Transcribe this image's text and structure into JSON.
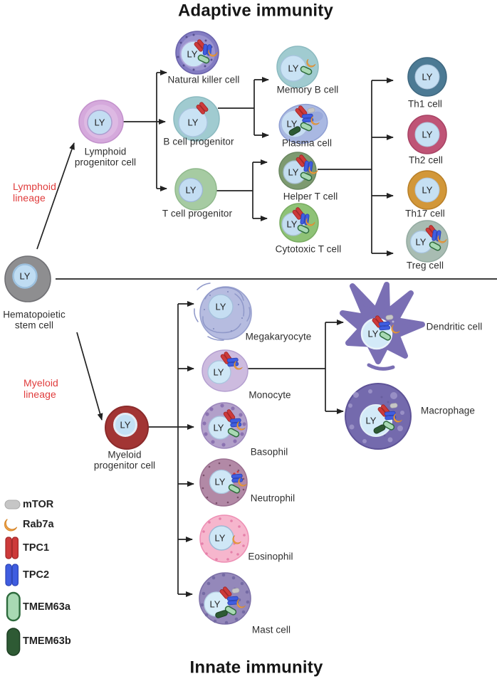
{
  "diagram": {
    "title_top": "Adaptive immunity",
    "title_bottom": "Innate immunity",
    "lysosome_label": "LY"
  },
  "lineages": {
    "lymphoid": {
      "line1": "Lymphoid",
      "line2": "lineage"
    },
    "myeloid": {
      "line1": "Myeloid",
      "line2": "lineage"
    },
    "label_color": "#e03c3c"
  },
  "cells": {
    "hsc": {
      "line1": "Hematopoietic",
      "line2": "stem cell",
      "organelles": []
    },
    "lymphoid_progenitor": {
      "line1": "Lymphoid",
      "line2": "progenitor cell",
      "organelles": []
    },
    "natural_killer": {
      "label": "Natural killer cell",
      "organelles": [
        "TPC1",
        "TPC2",
        "Rab7a",
        "TMEM63a"
      ]
    },
    "memory_b": {
      "label": "Memory B cell",
      "organelles": [
        "Rab7a",
        "TMEM63a"
      ]
    },
    "b_progenitor": {
      "label": "B cell progenitor",
      "organelles": [
        "TPC1"
      ]
    },
    "plasma": {
      "label": "Plasma cell",
      "organelles": [
        "mTOR",
        "TPC1",
        "TPC2",
        "Rab7a",
        "TMEM63a",
        "TMEM63b"
      ]
    },
    "t_progenitor": {
      "label": "T cell progenitor",
      "organelles": []
    },
    "helper_t": {
      "label": "Helper T cell",
      "organelles": [
        "TPC1",
        "TPC2",
        "Rab7a",
        "TMEM63a"
      ]
    },
    "cytotoxic_t": {
      "label": "Cytotoxic T cell",
      "organelles": [
        "TPC1",
        "TPC2",
        "Rab7a",
        "TMEM63a"
      ]
    },
    "th1": {
      "label": "Th1 cell",
      "organelles": []
    },
    "th2": {
      "label": "Th2 cell",
      "organelles": []
    },
    "th17": {
      "label": "Th17 cell",
      "organelles": []
    },
    "treg": {
      "label": "Treg cell",
      "organelles": [
        "TPC1",
        "TPC2",
        "Rab7a",
        "TMEM63a"
      ]
    },
    "myeloid_progenitor": {
      "line1": "Myeloid",
      "line2": "progenitor cell",
      "organelles": []
    },
    "megakaryocyte": {
      "label": "Megakaryocyte",
      "organelles": []
    },
    "monocyte": {
      "label": "Monocyte",
      "organelles": [
        "TPC1",
        "TPC2",
        "Rab7a"
      ]
    },
    "basophil": {
      "label": "Basophil",
      "organelles": [
        "TPC1",
        "TPC2",
        "Rab7a",
        "TMEM63a"
      ]
    },
    "neutrophil": {
      "label": "Neutrophil",
      "organelles": [
        "TPC2",
        "Rab7a",
        "TMEM63a"
      ]
    },
    "eosinophil": {
      "label": "Eosinophil",
      "organelles": [
        "Rab7a"
      ]
    },
    "mast": {
      "label": "Mast cell",
      "organelles": [
        "mTOR",
        "TPC1",
        "TPC2",
        "Rab7a",
        "TMEM63a",
        "TMEM63b"
      ]
    },
    "dendritic": {
      "label": "Dendritic cell",
      "organelles": [
        "mTOR",
        "TPC1",
        "TPC2",
        "Rab7a",
        "TMEM63a"
      ]
    },
    "macrophage": {
      "label": "Macrophage",
      "organelles": [
        "mTOR",
        "TPC1",
        "TPC2",
        "Rab7a",
        "TMEM63a",
        "TMEM63b"
      ]
    }
  },
  "legend": {
    "items": [
      {
        "label": "mTOR",
        "color": "#c6c6c6"
      },
      {
        "label": "Rab7a",
        "color": "#f2a64b"
      },
      {
        "label": "TPC1",
        "color": "#cd3a3a"
      },
      {
        "label": "TPC2",
        "color": "#3f5de0"
      },
      {
        "label": "TMEM63a",
        "color": "#a8d9b3"
      },
      {
        "label": "TMEM63b",
        "color": "#2e5a34"
      }
    ]
  }
}
